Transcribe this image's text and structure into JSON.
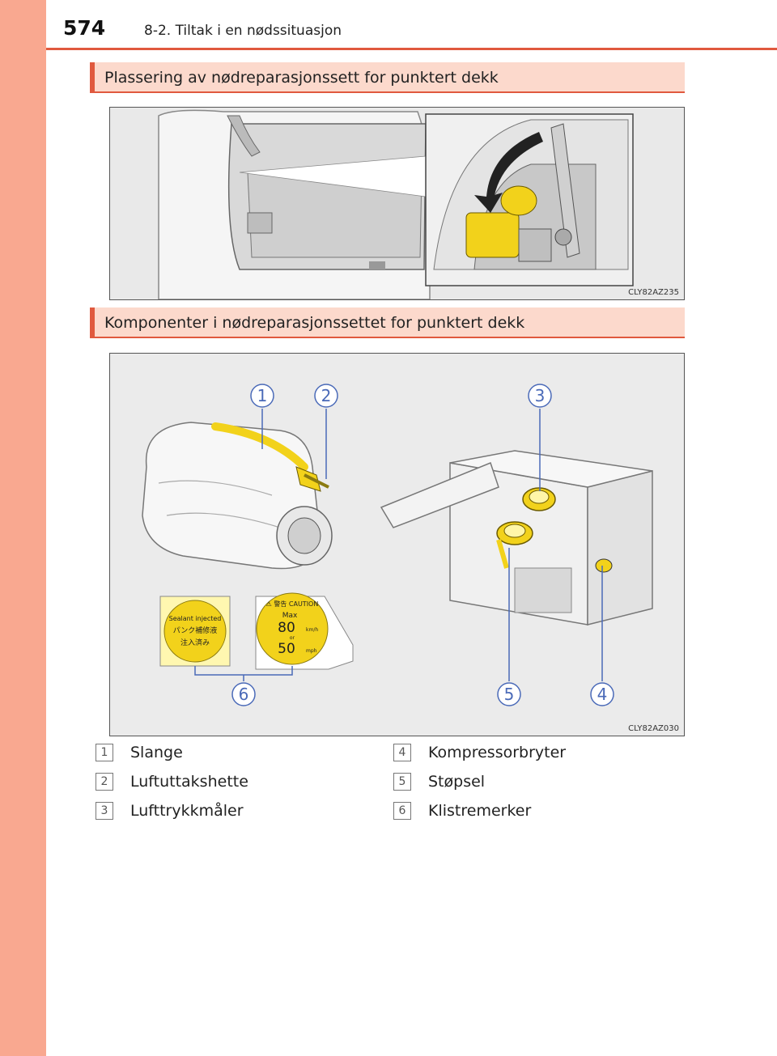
{
  "header": {
    "page_number": "574",
    "chapter_title": "8-2. Tiltak i en nødssituasjon"
  },
  "sections": [
    {
      "title": "Plassering av nødreparasjonssett for punktert dekk"
    },
    {
      "title": "Komponenter i nødreparasjonssettet for punktert dekk"
    }
  ],
  "figures": [
    {
      "code": "CLY82AZ235"
    },
    {
      "code": "CLY82AZ030",
      "callouts": [
        "1",
        "2",
        "3",
        "4",
        "5",
        "6"
      ],
      "sticker_left": [
        "Sealant injected",
        "パンク補修液",
        "注入済み"
      ],
      "sticker_right": {
        "top": "⚠ 警告 CAUTION",
        "max": "Max",
        "speed1": "80",
        "unit1": "km/h",
        "or": "or",
        "speed2": "50",
        "unit2": "mph"
      }
    }
  ],
  "legend": [
    {
      "num": "1",
      "label": "Slange"
    },
    {
      "num": "2",
      "label": "Luftuttakshette"
    },
    {
      "num": "3",
      "label": "Lufttrykkmåler"
    },
    {
      "num": "4",
      "label": "Kompressorbryter"
    },
    {
      "num": "5",
      "label": "Støpsel"
    },
    {
      "num": "6",
      "label": "Klistremerker"
    }
  ],
  "colors": {
    "accent": "#e0593e",
    "side_strip": "#f9a890",
    "section_bg": "#fcd9cc",
    "callout": "#4a6ab8",
    "sealant_yellow": "#f2d21b"
  }
}
